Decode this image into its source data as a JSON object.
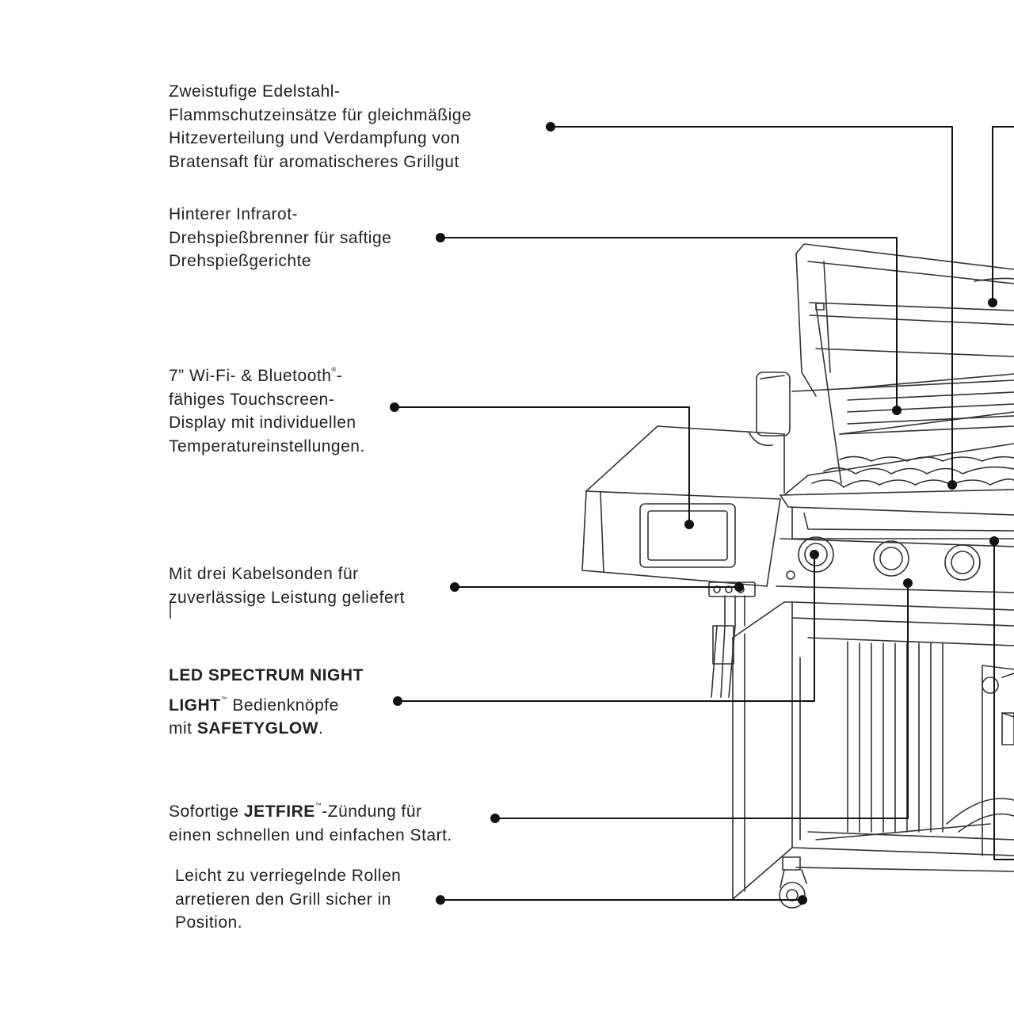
{
  "callouts": [
    {
      "id": "flame-tamers",
      "lines": [
        [
          {
            "t": "Zweistufige Edelstahl-"
          }
        ],
        [
          {
            "t": "Flammschutzeinsätze für gleichmäßige"
          }
        ],
        [
          {
            "t": "Hitzeverteilung und Verdampfung von"
          }
        ],
        [
          {
            "t": "Bratensaft für aromatischeres Grillgut"
          }
        ]
      ]
    },
    {
      "id": "rotisserie-burner",
      "lines": [
        [
          {
            "t": "Hinterer Infrarot-"
          }
        ],
        [
          {
            "t": "Drehspießbrenner für saftige"
          }
        ],
        [
          {
            "t": "Drehspießgerichte"
          }
        ]
      ]
    },
    {
      "id": "touchscreen",
      "lines": [
        [
          {
            "t": "7” Wi-Fi- & Bluetooth"
          },
          {
            "t": "®",
            "sup": true
          },
          {
            "t": "-"
          }
        ],
        [
          {
            "t": "fähiges Touchscreen-"
          }
        ],
        [
          {
            "t": "Display mit individuellen"
          }
        ],
        [
          {
            "t": "Temperatureinstellungen."
          }
        ]
      ]
    },
    {
      "id": "probes",
      "lines": [
        [
          {
            "t": "Mit drei Kabelsonden für"
          }
        ],
        [
          {
            "t": "zuverlässige Leistung geliefert"
          }
        ]
      ]
    },
    {
      "id": "knobs",
      "lines": [
        [
          {
            "t": "LED SPECTRUM NIGHT",
            "b": true
          }
        ],
        [
          {
            "t": "LIGHT",
            "b": true
          },
          {
            "t": "™",
            "sup": true
          },
          {
            "t": " Bedienknöpfe"
          }
        ],
        [
          {
            "t": "mit "
          },
          {
            "t": "SAFETYGLOW",
            "b": true
          },
          {
            "t": "."
          }
        ]
      ]
    },
    {
      "id": "ignition",
      "lines": [
        [
          {
            "t": "Sofortige "
          },
          {
            "t": "JETFIRE",
            "b": true
          },
          {
            "t": "™",
            "sup": true
          },
          {
            "t": "-Zündung für"
          }
        ],
        [
          {
            "t": "einen schnellen und einfachen Start."
          }
        ]
      ]
    },
    {
      "id": "casters",
      "lines": [
        [
          {
            "t": "Leicht zu verriegelnde Rollen"
          }
        ],
        [
          {
            "t": "arretieren den Grill sicher in"
          }
        ],
        [
          {
            "t": "Position."
          }
        ]
      ]
    }
  ],
  "colors": {
    "text": "#222222",
    "line": "#111111",
    "drawing": "#333333"
  }
}
